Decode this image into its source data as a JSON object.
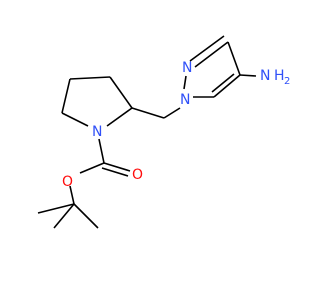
{
  "molecule": {
    "atom_labels": {
      "pyrazole_n2": "N",
      "pyrazole_n1": "N",
      "amine_n": "N",
      "amine_h": "H",
      "amine_h2": "2",
      "pyrrolidine_n": "N",
      "carbonyl_o": "O",
      "ester_o": "O"
    },
    "colors": {
      "bond": "#000000",
      "nitrogen": "#3050F8",
      "oxygen": "#FF0D0D"
    }
  }
}
